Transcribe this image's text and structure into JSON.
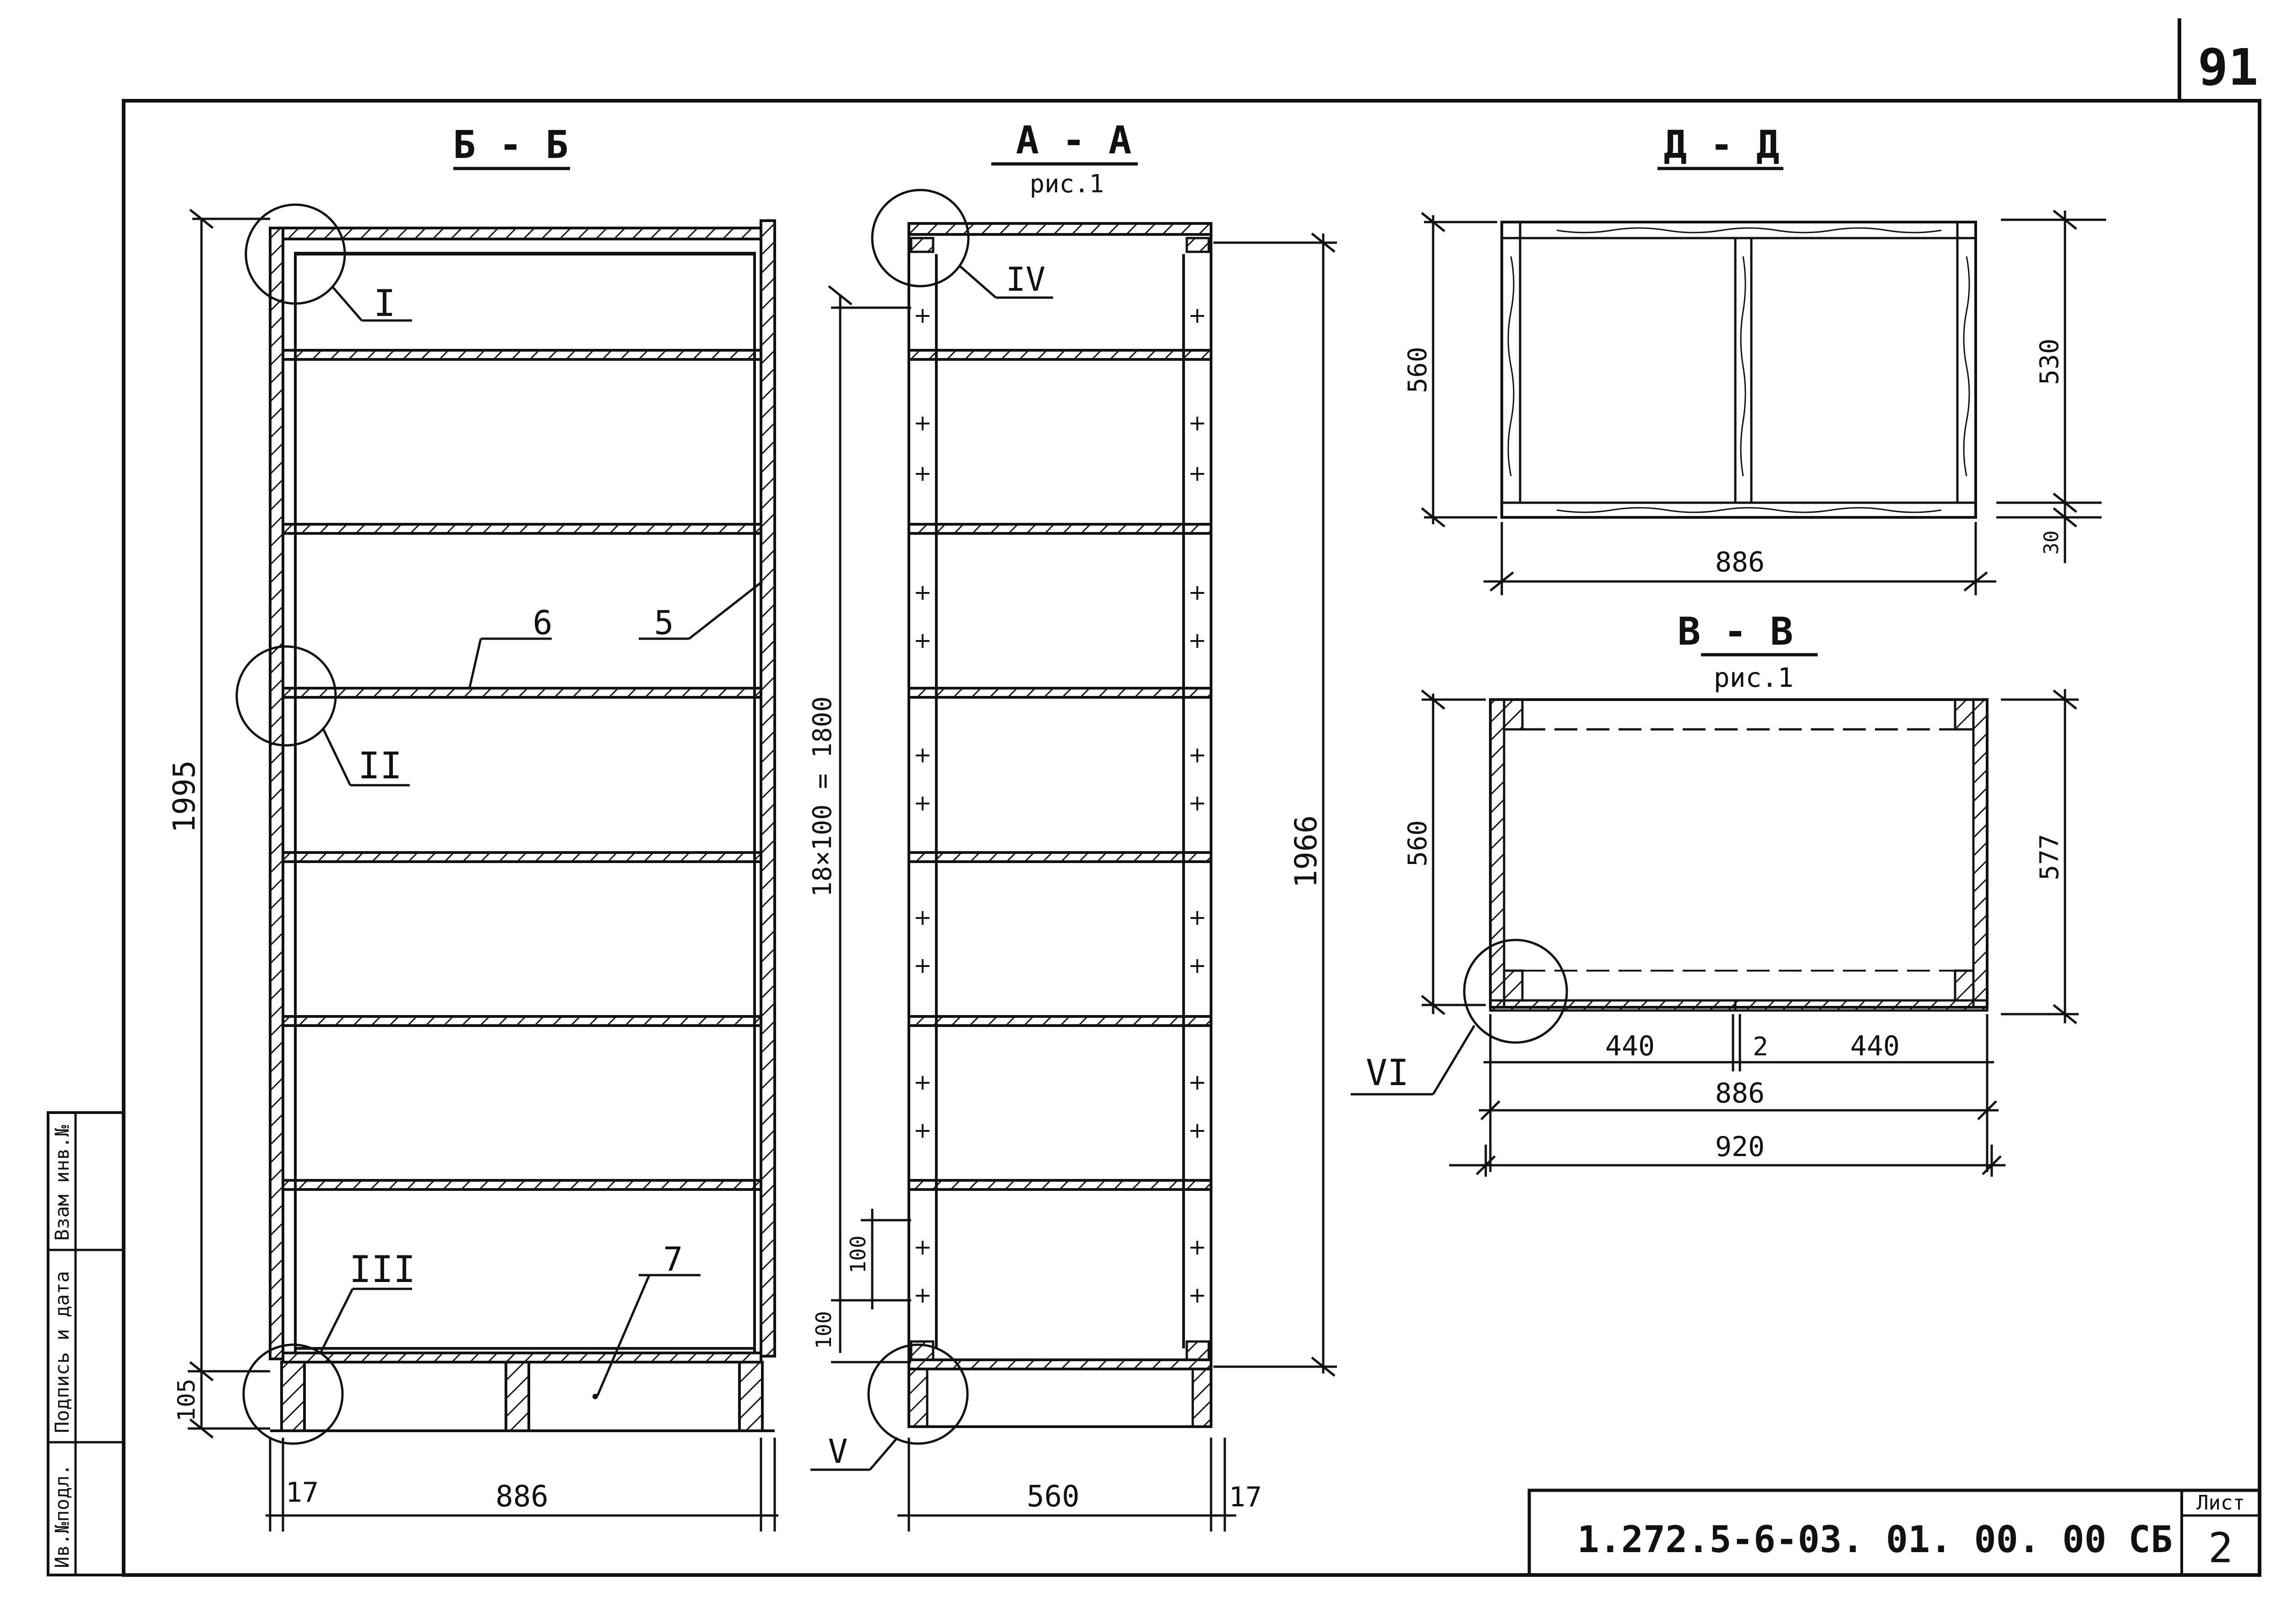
{
  "sheet": {
    "page_number": "91",
    "drawing_code": "1.272.5-6-03. 01. 00. 00 СБ",
    "sheet_label": "Лист",
    "sheet_number": "2",
    "side_stamp": [
      "Взам инв.№",
      "Подпись и дата",
      "Ив.№подл."
    ]
  },
  "colors": {
    "ink": "#111111",
    "paper": "#ffffff"
  },
  "views": {
    "bb": {
      "title": "Б - Б",
      "callouts": {
        "c1": "I",
        "c2": "II",
        "c3": "III"
      },
      "parts": {
        "p5": "5",
        "p6": "6",
        "p7": "7"
      },
      "dims": {
        "height": "1995",
        "base": "105",
        "side": "17",
        "width": "886"
      }
    },
    "aa": {
      "title": "А - А",
      "subtitle": "рис.1",
      "callouts": {
        "c4": "IV",
        "c5": "V"
      },
      "dims": {
        "pitch": "18×100 = 1800",
        "height": "1966",
        "step1": "100",
        "step2": "100",
        "depth": "560",
        "side": "17"
      }
    },
    "dd": {
      "title": "Д - Д",
      "dims": {
        "left": "560",
        "right_top": "530",
        "right_bottom": "30",
        "width": "886"
      }
    },
    "vv": {
      "title": "В - В",
      "subtitle": "рис.1",
      "callouts": {
        "c6": "VI"
      },
      "dims": {
        "left": "560",
        "right": "577",
        "seg1": "440",
        "gap": "2",
        "seg2": "440",
        "inner": "886",
        "outer": "920"
      }
    }
  }
}
